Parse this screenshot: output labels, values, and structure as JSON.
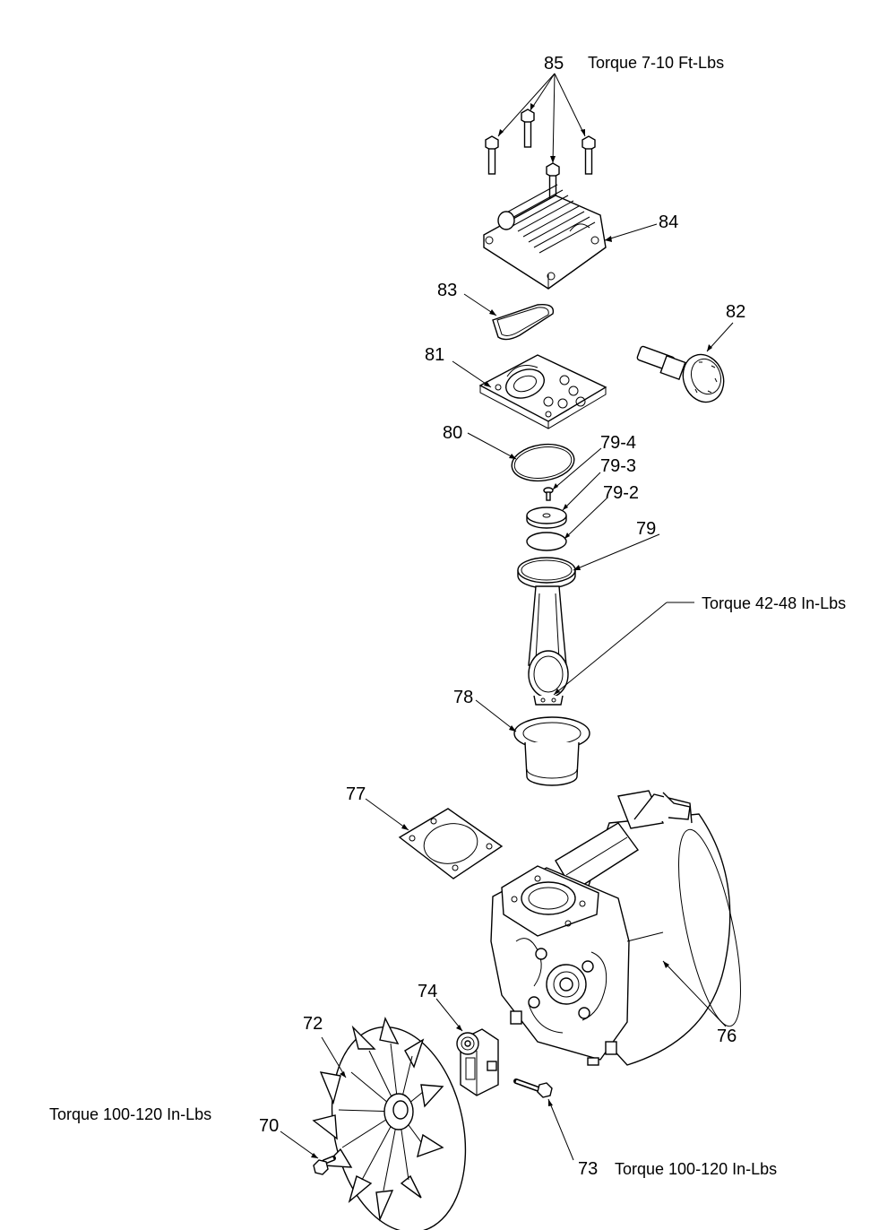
{
  "labels": {
    "p85": "85",
    "p84": "84",
    "p83": "83",
    "p82": "82",
    "p81": "81",
    "p80": "80",
    "p79_4": "79-4",
    "p79_3": "79-3",
    "p79_2": "79-2",
    "p79": "79",
    "p78": "78",
    "p77": "77",
    "p76": "76",
    "p74": "74",
    "p73": "73",
    "p72": "72",
    "p70": "70"
  },
  "torque": {
    "head": "Torque 7-10 Ft-Lbs",
    "rod": "Torque 42-48 In-Lbs",
    "fan": "Torque 100-120 In-Lbs",
    "bolt": "Torque 100-120 In-Lbs"
  }
}
